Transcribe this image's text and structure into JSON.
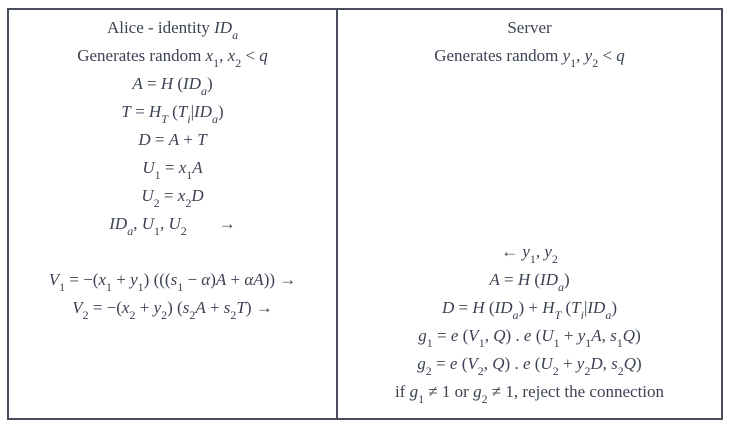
{
  "colors": {
    "border": "#474d5a",
    "text": "#3b4252"
  },
  "left": {
    "header": "Alice - identity {i}ID{/i}{s}{i}a{/i}{/s}",
    "lines": [
      "Generates random {i}x{/i}{s}1{/s}, {i}x{/i}{s}2{/s} < {i}q{/i}",
      "{i}A{/i} = {i}H{/i} ({i}ID{/i}{s}{i}a{/i}{/s})",
      "{i}T{/i} = {i}H{/i}{s}{i}T{/i}{/s} ({i}T{/i}{s}{i}i{/i}{/s}|{i}ID{/i}{s}{i}a{/i}{/s})",
      "{i}D{/i} = {i}A{/i} + {i}T{/i}",
      "{i}U{/i}{s}1{/s} = {i}x{/i}{s}1{/s}{i}A{/i}",
      "{i}U{/i}{s}2{/s} = {i}x{/i}{s}2{/s}{i}D{/i}"
    ],
    "send": {
      "payload": "{i}ID{/i}{s}{i}a{/i}{/s}, {i}U{/i}{s}1{/s}, {i}U{/i}{s}2{/s}",
      "arrow": "→"
    },
    "verify_lines": [
      "{i}V{/i}{s}1{/s} = −({i}x{/i}{s}1{/s} + {i}y{/i}{s}1{/s}) ((({i}s{/i}{s}1{/s} − {i}α{/i}){i}A{/i} + {i}αA{/i})) →",
      "{i}V{/i}{s}2{/s} = −({i}x{/i}{s}2{/s} + {i}y{/i}{s}2{/s}) ({i}s{/i}{s}2{/s}{i}A{/i} + {i}s{/i}{s}2{/s}{i}T{/i}) →"
    ]
  },
  "right": {
    "header": "Server",
    "line_generate": "Generates random {i}y{/i}{s}1{/s}, {i}y{/i}{s}2{/s} < {i}q{/i}",
    "receive": "← {i}y{/i}{s}1{/s}, {i}y{/i}{s}2{/s}",
    "lines": [
      "{i}A{/i} = {i}H{/i} ({i}ID{/i}{s}{i}a{/i}{/s})",
      "{i}D{/i} = {i}H{/i} ({i}ID{/i}{s}{i}a{/i}{/s}) + {i}H{/i}{s}{i}T{/i}{/s} ({i}T{/i}{s}{i}i{/i}{/s}|{i}ID{/i}{s}{i}a{/i}{/s})",
      "{i}g{/i}{s}1{/s} = {i}e{/i} ({i}V{/i}{s}1{/s}, {i}Q{/i}) . {i}e{/i} ({i}U{/i}{s}1{/s} + {i}y{/i}{s}1{/s}{i}A{/i}, {i}s{/i}{s}1{/s}{i}Q{/i})",
      "{i}g{/i}{s}2{/s} = {i}e{/i} ({i}V{/i}{s}2{/s}, {i}Q{/i}) . {i}e{/i} ({i}U{/i}{s}2{/s} + {i}y{/i}{s}2{/s}{i}D{/i}, {i}s{/i}{s}2{/s}{i}Q{/i})",
      "if {i}g{/i}{s}1{/s} ≠ 1 or {i}g{/i}{s}2{/s} ≠ 1, reject the connection"
    ]
  }
}
